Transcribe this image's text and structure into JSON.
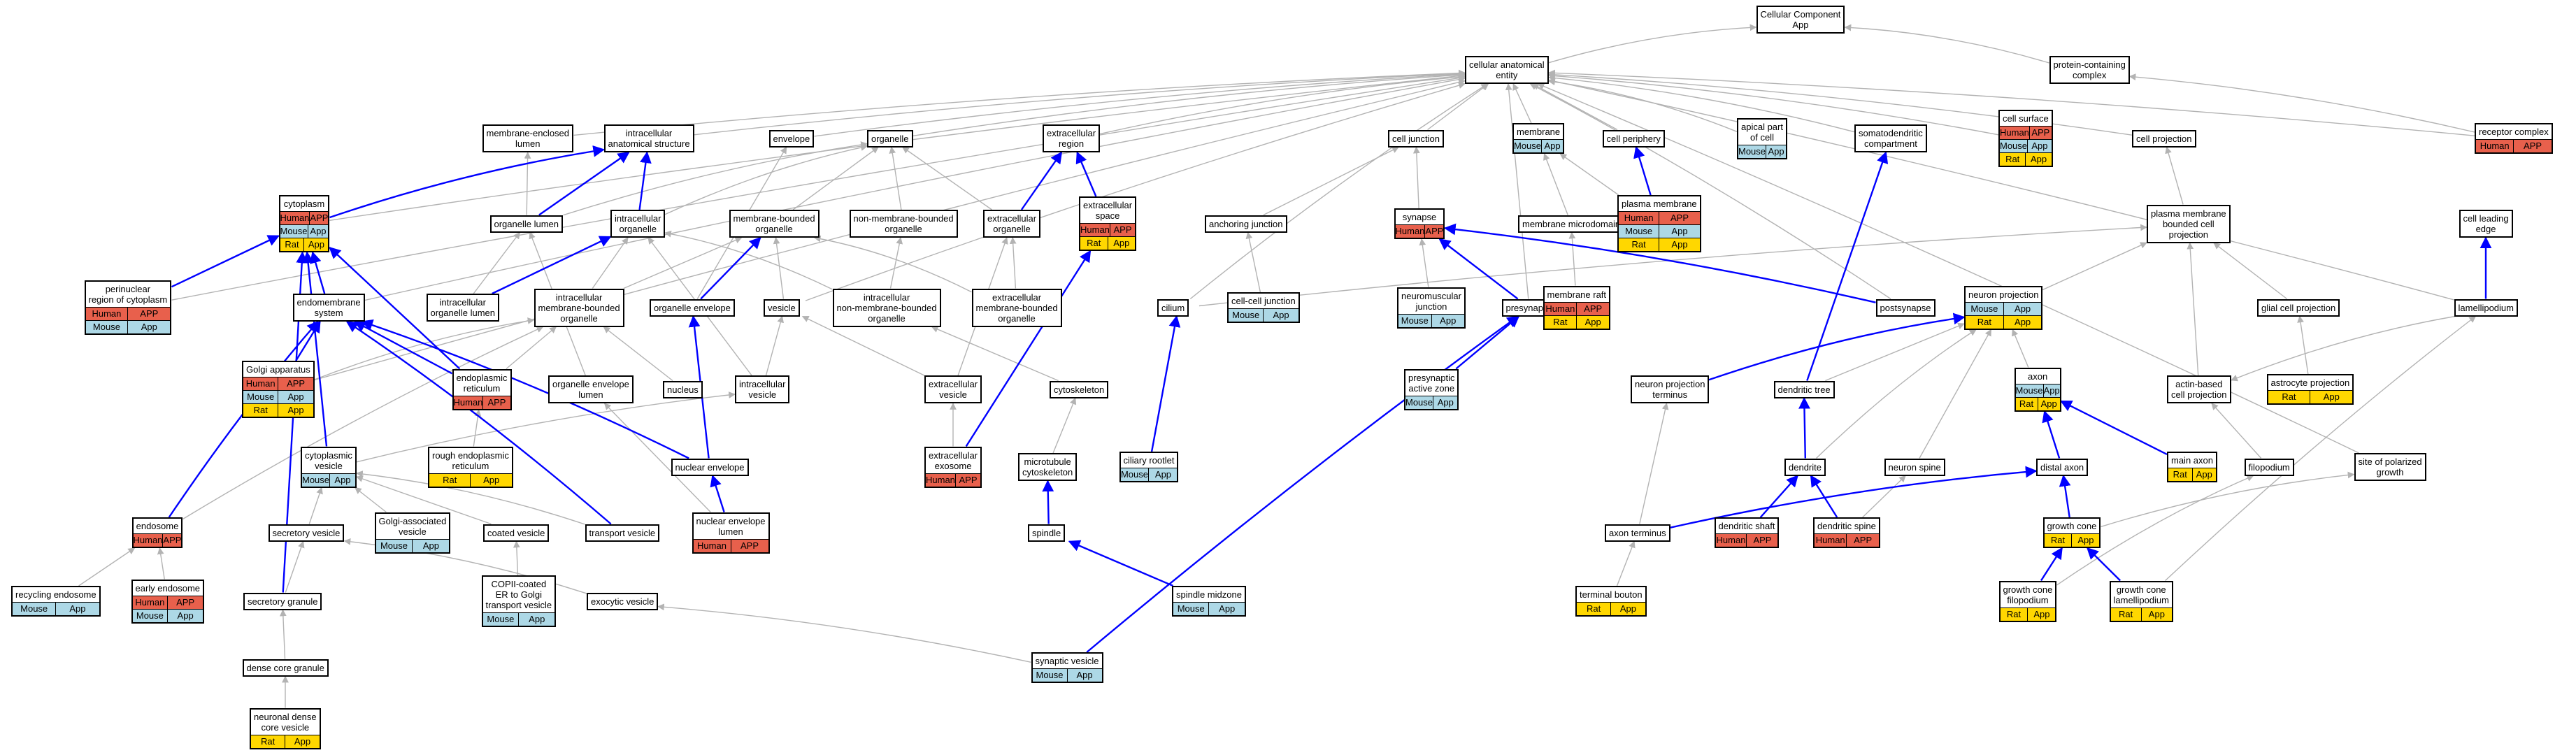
{
  "colors": {
    "human": "#e8604c",
    "mouse": "#add8e6",
    "rat": "#ffd700",
    "edge_is_a": "#b3b3b3",
    "edge_part_of": "#0000ff"
  },
  "nodes": [
    {
      "id": "cc",
      "label": "Cellular Component\nApp"
    },
    {
      "id": "cae",
      "label": "cellular anatomical\nentity"
    },
    {
      "id": "pcc",
      "label": "protein-containing\ncomplex"
    },
    {
      "id": "mel",
      "label": "membrane-enclosed\nlumen"
    },
    {
      "id": "ias",
      "label": "intracellular\nanatomical structure"
    },
    {
      "id": "env",
      "label": "envelope"
    },
    {
      "id": "org",
      "label": "organelle"
    },
    {
      "id": "exr",
      "label": "extracellular\nregion"
    },
    {
      "id": "cj",
      "label": "cell junction"
    },
    {
      "id": "mem",
      "label": "membrane",
      "ann": [
        [
          "Mouse",
          "App"
        ]
      ]
    },
    {
      "id": "cp",
      "label": "cell periphery"
    },
    {
      "id": "apc",
      "label": "apical part\nof cell",
      "ann": [
        [
          "Mouse",
          "App"
        ]
      ]
    },
    {
      "id": "sdc",
      "label": "somatodendritic\ncompartment"
    },
    {
      "id": "csf",
      "label": "cell surface",
      "ann": [
        [
          "Human",
          "APP"
        ],
        [
          "Mouse",
          "App"
        ],
        [
          "Rat",
          "App"
        ]
      ]
    },
    {
      "id": "cpr",
      "label": "cell projection"
    },
    {
      "id": "rcx",
      "label": "receptor complex",
      "ann": [
        [
          "Human",
          "APP"
        ]
      ]
    },
    {
      "id": "cyt",
      "label": "cytoplasm",
      "ann": [
        [
          "Human",
          "APP"
        ],
        [
          "Mouse",
          "App"
        ],
        [
          "Rat",
          "App"
        ]
      ]
    },
    {
      "id": "orl",
      "label": "organelle lumen"
    },
    {
      "id": "io",
      "label": "intracellular\norganelle"
    },
    {
      "id": "mbo",
      "label": "membrane-bounded\norganelle"
    },
    {
      "id": "nmbo",
      "label": "non-membrane-bounded\norganelle"
    },
    {
      "id": "exo",
      "label": "extracellular\norganelle"
    },
    {
      "id": "exs",
      "label": "extracellular\nspace",
      "ann": [
        [
          "Human",
          "APP"
        ],
        [
          "Rat",
          "App"
        ]
      ]
    },
    {
      "id": "ajn",
      "label": "anchoring junction"
    },
    {
      "id": "syn",
      "label": "synapse",
      "ann": [
        [
          "Human",
          "APP"
        ]
      ]
    },
    {
      "id": "mmd",
      "label": "membrane microdomain"
    },
    {
      "id": "pm",
      "label": "plasma membrane",
      "ann": [
        [
          "Human",
          "APP"
        ],
        [
          "Mouse",
          "App"
        ],
        [
          "Rat",
          "App"
        ]
      ]
    },
    {
      "id": "pmbcp",
      "label": "plasma membrane\nbounded cell\nprojection"
    },
    {
      "id": "cle",
      "label": "cell leading\nedge"
    },
    {
      "id": "prc",
      "label": "perinuclear\nregion of cytoplasm",
      "ann": [
        [
          "Human",
          "APP"
        ],
        [
          "Mouse",
          "App"
        ]
      ]
    },
    {
      "id": "ems",
      "label": "endomembrane\nsystem"
    },
    {
      "id": "iol",
      "label": "intracellular\norganelle lumen"
    },
    {
      "id": "imbo",
      "label": "intracellular\nmembrane-bounded\norganelle"
    },
    {
      "id": "oe",
      "label": "organelle envelope"
    },
    {
      "id": "ves",
      "label": "vesicle"
    },
    {
      "id": "inmbo",
      "label": "intracellular\nnon-membrane-bounded\norganelle"
    },
    {
      "id": "exmbo",
      "label": "extracellular\nmembrane-bounded\norganelle"
    },
    {
      "id": "cil",
      "label": "cilium"
    },
    {
      "id": "ccj",
      "label": "cell-cell junction",
      "ann": [
        [
          "Mouse",
          "App"
        ]
      ]
    },
    {
      "id": "nmj",
      "label": "neuromuscular\njunction",
      "ann": [
        [
          "Mouse",
          "App"
        ]
      ]
    },
    {
      "id": "pre",
      "label": "presynapse"
    },
    {
      "id": "mr",
      "label": "membrane raft",
      "ann": [
        [
          "Human",
          "APP"
        ],
        [
          "Rat",
          "App"
        ]
      ]
    },
    {
      "id": "pos",
      "label": "postsynapse"
    },
    {
      "id": "np",
      "label": "neuron projection",
      "ann": [
        [
          "Mouse",
          "App"
        ],
        [
          "Rat",
          "App"
        ]
      ]
    },
    {
      "id": "gcp",
      "label": "glial cell projection"
    },
    {
      "id": "lam",
      "label": "lamellipodium"
    },
    {
      "id": "ga",
      "label": "Golgi apparatus",
      "ann": [
        [
          "Human",
          "APP"
        ],
        [
          "Mouse",
          "App"
        ],
        [
          "Rat",
          "App"
        ]
      ]
    },
    {
      "id": "er",
      "label": "endoplasmic\nreticulum",
      "ann": [
        [
          "Human",
          "APP"
        ]
      ]
    },
    {
      "id": "oel",
      "label": "organelle envelope\nlumen"
    },
    {
      "id": "nuc",
      "label": "nucleus"
    },
    {
      "id": "iv",
      "label": "intracellular\nvesicle"
    },
    {
      "id": "exv",
      "label": "extracellular\nvesicle"
    },
    {
      "id": "csk",
      "label": "cytoskeleton"
    },
    {
      "id": "paz",
      "label": "presynaptic\nactive zone",
      "ann": [
        [
          "Mouse",
          "App"
        ]
      ]
    },
    {
      "id": "npt",
      "label": "neuron projection\nterminus"
    },
    {
      "id": "dt",
      "label": "dendritic tree"
    },
    {
      "id": "axn",
      "label": "axon",
      "ann": [
        [
          "Mouse",
          "App"
        ],
        [
          "Rat",
          "App"
        ]
      ]
    },
    {
      "id": "abcp",
      "label": "actin-based\ncell projection"
    },
    {
      "id": "asp",
      "label": "astrocyte projection",
      "ann": [
        [
          "Rat",
          "App"
        ]
      ]
    },
    {
      "id": "rer",
      "label": "rough endoplasmic\nreticulum",
      "ann": [
        [
          "Rat",
          "App"
        ]
      ]
    },
    {
      "id": "cv",
      "label": "cytoplasmic\nvesicle",
      "ann": [
        [
          "Mouse",
          "App"
        ]
      ]
    },
    {
      "id": "ne",
      "label": "nuclear envelope"
    },
    {
      "id": "exx",
      "label": "extracellular\nexosome",
      "ann": [
        [
          "Human",
          "APP"
        ]
      ]
    },
    {
      "id": "mtc",
      "label": "microtubule\ncytoskeleton"
    },
    {
      "id": "cr",
      "label": "ciliary rootlet",
      "ann": [
        [
          "Mouse",
          "App"
        ]
      ]
    },
    {
      "id": "den",
      "label": "dendrite"
    },
    {
      "id": "ns",
      "label": "neuron spine"
    },
    {
      "id": "da",
      "label": "distal axon"
    },
    {
      "id": "ma",
      "label": "main axon",
      "ann": [
        [
          "Rat",
          "App"
        ]
      ]
    },
    {
      "id": "fil",
      "label": "filopodium"
    },
    {
      "id": "spg",
      "label": "site of polarized\ngrowth"
    },
    {
      "id": "endo",
      "label": "endosome",
      "ann": [
        [
          "Human",
          "APP"
        ]
      ]
    },
    {
      "id": "sv",
      "label": "secretory vesicle"
    },
    {
      "id": "gav",
      "label": "Golgi-associated\nvesicle",
      "ann": [
        [
          "Mouse",
          "App"
        ]
      ]
    },
    {
      "id": "cov",
      "label": "coated vesicle"
    },
    {
      "id": "tv",
      "label": "transport vesicle"
    },
    {
      "id": "nel",
      "label": "nuclear envelope\nlumen",
      "ann": [
        [
          "Human",
          "APP"
        ]
      ]
    },
    {
      "id": "spd",
      "label": "spindle"
    },
    {
      "id": "at",
      "label": "axon terminus"
    },
    {
      "id": "dsh",
      "label": "dendritic shaft",
      "ann": [
        [
          "Human",
          "APP"
        ]
      ]
    },
    {
      "id": "dsp",
      "label": "dendritic spine",
      "ann": [
        [
          "Human",
          "APP"
        ]
      ]
    },
    {
      "id": "gc",
      "label": "growth cone",
      "ann": [
        [
          "Rat",
          "App"
        ]
      ]
    },
    {
      "id": "re",
      "label": "recycling endosome",
      "ann": [
        [
          "Mouse",
          "App"
        ]
      ]
    },
    {
      "id": "ee",
      "label": "early endosome",
      "ann": [
        [
          "Human",
          "APP"
        ],
        [
          "Mouse",
          "App"
        ]
      ]
    },
    {
      "id": "sg",
      "label": "secretory granule"
    },
    {
      "id": "copii",
      "label": "COPII-coated\nER to Golgi\ntransport vesicle",
      "ann": [
        [
          "Mouse",
          "App"
        ]
      ]
    },
    {
      "id": "ec",
      "label": "exocytic vesicle"
    },
    {
      "id": "smz",
      "label": "spindle midzone",
      "ann": [
        [
          "Mouse",
          "App"
        ]
      ]
    },
    {
      "id": "tb",
      "label": "terminal bouton",
      "ann": [
        [
          "Rat",
          "App"
        ]
      ]
    },
    {
      "id": "gcf",
      "label": "growth cone\nfilopodium",
      "ann": [
        [
          "Rat",
          "App"
        ]
      ]
    },
    {
      "id": "gcl",
      "label": "growth cone\nlamellipodium",
      "ann": [
        [
          "Rat",
          "App"
        ]
      ]
    },
    {
      "id": "dcg",
      "label": "dense core granule"
    },
    {
      "id": "ndcv",
      "label": "neuronal dense\ncore vesicle",
      "ann": [
        [
          "Rat",
          "App"
        ]
      ]
    },
    {
      "id": "sy",
      "label": "synaptic vesicle",
      "ann": [
        [
          "Mouse",
          "App"
        ]
      ]
    }
  ],
  "edges": {
    "is_a": [
      [
        "cae",
        "cc"
      ],
      [
        "pcc",
        "cc"
      ],
      [
        "rcx",
        "pcc"
      ],
      [
        "mel",
        "cae"
      ],
      [
        "ias",
        "cae"
      ],
      [
        "env",
        "cae"
      ],
      [
        "org",
        "cae"
      ],
      [
        "exr",
        "cae"
      ],
      [
        "cj",
        "cae"
      ],
      [
        "mem",
        "cae"
      ],
      [
        "cp",
        "cae"
      ],
      [
        "apc",
        "cae"
      ],
      [
        "sdc",
        "cae"
      ],
      [
        "csf",
        "cae"
      ],
      [
        "cpr",
        "cae"
      ],
      [
        "rcx",
        "cae"
      ],
      [
        "cyt",
        "cae"
      ],
      [
        "prc",
        "cae"
      ],
      [
        "ems",
        "cae"
      ],
      [
        "cil",
        "cae"
      ],
      [
        "pre",
        "cae"
      ],
      [
        "pos",
        "cae"
      ],
      [
        "lam",
        "cae"
      ],
      [
        "ves",
        "cae"
      ],
      [
        "ga",
        "cae"
      ],
      [
        "orl",
        "mel"
      ],
      [
        "orl",
        "org"
      ],
      [
        "io",
        "org"
      ],
      [
        "mbo",
        "org"
      ],
      [
        "nmbo",
        "org"
      ],
      [
        "exo",
        "org"
      ],
      [
        "ajn",
        "cj"
      ],
      [
        "ccj",
        "ajn"
      ],
      [
        "syn",
        "cj"
      ],
      [
        "nmj",
        "syn"
      ],
      [
        "mmd",
        "mem"
      ],
      [
        "mr",
        "mmd"
      ],
      [
        "pm",
        "mem"
      ],
      [
        "pmbcp",
        "cpr"
      ],
      [
        "np",
        "pmbcp"
      ],
      [
        "gcp",
        "pmbcp"
      ],
      [
        "abcp",
        "pmbcp"
      ],
      [
        "lam",
        "abcp"
      ],
      [
        "cil",
        "pmbcp"
      ],
      [
        "asp",
        "gcp"
      ],
      [
        "iol",
        "io"
      ],
      [
        "iol",
        "orl"
      ],
      [
        "imbo",
        "io"
      ],
      [
        "imbo",
        "mbo"
      ],
      [
        "oe",
        "env"
      ],
      [
        "inmbo",
        "io"
      ],
      [
        "inmbo",
        "nmbo"
      ],
      [
        "exmbo",
        "exo"
      ],
      [
        "exmbo",
        "mbo"
      ],
      [
        "ves",
        "mbo"
      ],
      [
        "iv",
        "io"
      ],
      [
        "iv",
        "ves"
      ],
      [
        "exv",
        "ves"
      ],
      [
        "exv",
        "exo"
      ],
      [
        "exx",
        "exv"
      ],
      [
        "csk",
        "inmbo"
      ],
      [
        "mtc",
        "csk"
      ],
      [
        "ga",
        "imbo"
      ],
      [
        "er",
        "imbo"
      ],
      [
        "nuc",
        "imbo"
      ],
      [
        "oel",
        "orl"
      ],
      [
        "rer",
        "er"
      ],
      [
        "cv",
        "iv"
      ],
      [
        "nel",
        "oel"
      ],
      [
        "endo",
        "imbo"
      ],
      [
        "ee",
        "endo"
      ],
      [
        "re",
        "endo"
      ],
      [
        "sv",
        "cv"
      ],
      [
        "gav",
        "cv"
      ],
      [
        "cov",
        "cv"
      ],
      [
        "tv",
        "cv"
      ],
      [
        "sg",
        "sv"
      ],
      [
        "dcg",
        "sg"
      ],
      [
        "ndcv",
        "dcg"
      ],
      [
        "copii",
        "cov"
      ],
      [
        "ec",
        "sv"
      ],
      [
        "sy",
        "ec"
      ],
      [
        "npt",
        "np"
      ],
      [
        "at",
        "npt"
      ],
      [
        "tb",
        "at"
      ],
      [
        "dt",
        "np"
      ],
      [
        "axn",
        "np"
      ],
      [
        "ns",
        "np"
      ],
      [
        "dsp",
        "ns"
      ],
      [
        "dsh",
        "den"
      ],
      [
        "den",
        "np"
      ],
      [
        "fil",
        "abcp"
      ],
      [
        "spg",
        "cae"
      ],
      [
        "gc",
        "spg"
      ],
      [
        "gcf",
        "fil"
      ],
      [
        "gcl",
        "lam"
      ],
      [
        "ma",
        "axn"
      ]
    ],
    "part_of": [
      [
        "cyt",
        "ias"
      ],
      [
        "io",
        "ias"
      ],
      [
        "orl",
        "ias"
      ],
      [
        "exo",
        "exr"
      ],
      [
        "exs",
        "exr"
      ],
      [
        "exx",
        "exs"
      ],
      [
        "prc",
        "cyt"
      ],
      [
        "ems",
        "cyt"
      ],
      [
        "ga",
        "ems"
      ],
      [
        "er",
        "ems"
      ],
      [
        "er",
        "cyt"
      ],
      [
        "iol",
        "io"
      ],
      [
        "oe",
        "mbo"
      ],
      [
        "ne",
        "oe"
      ],
      [
        "nel",
        "ne"
      ],
      [
        "cv",
        "cyt"
      ],
      [
        "endo",
        "ems"
      ],
      [
        "ne",
        "ems"
      ],
      [
        "tv",
        "ems"
      ],
      [
        "sg",
        "cyt"
      ],
      [
        "pm",
        "cp"
      ],
      [
        "cr",
        "cil"
      ],
      [
        "smz",
        "spd"
      ],
      [
        "spd",
        "mtc"
      ],
      [
        "paz",
        "pre"
      ],
      [
        "sy",
        "pre"
      ],
      [
        "pre",
        "syn"
      ],
      [
        "pos",
        "syn"
      ],
      [
        "npt",
        "np"
      ],
      [
        "dt",
        "sdc"
      ],
      [
        "den",
        "dt"
      ],
      [
        "dsh",
        "den"
      ],
      [
        "dsp",
        "den"
      ],
      [
        "da",
        "axn"
      ],
      [
        "at",
        "da"
      ],
      [
        "gc",
        "da"
      ],
      [
        "gcf",
        "gc"
      ],
      [
        "gcl",
        "gc"
      ],
      [
        "ma",
        "axn"
      ],
      [
        "lam",
        "cle"
      ]
    ]
  }
}
